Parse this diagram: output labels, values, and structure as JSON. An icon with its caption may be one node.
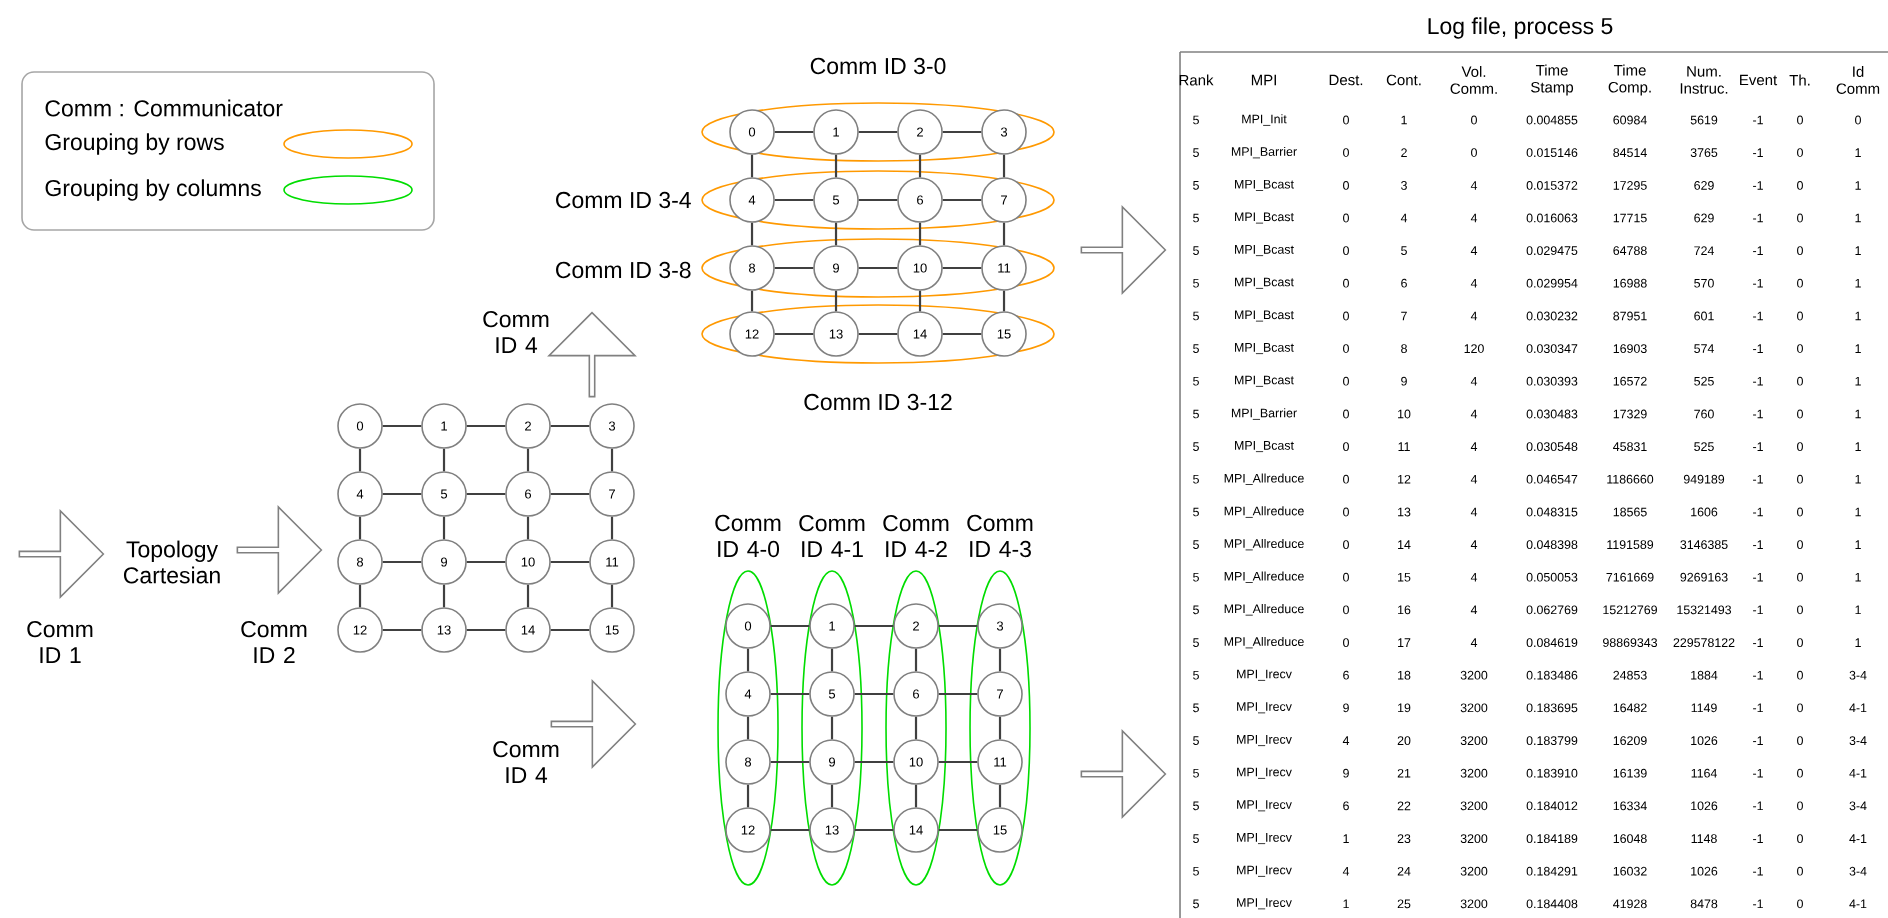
{
  "diagram": {
    "nodes": [
      {
        "text": [],
        "shape": "arrow",
        "beside": [
          "Comm ID 1"
        ]
      },
      {
        "text": [],
        "shape": "arrow",
        "beside": [
          "Comm ID 2"
        ]
      },
      {
        "text": [
          "0"
        ]
      },
      {
        "text": [
          "1"
        ]
      },
      {
        "text": [
          "2"
        ]
      },
      {
        "text": [
          "3"
        ]
      },
      {
        "text": [
          "4"
        ]
      },
      {
        "text": [
          "5"
        ]
      },
      {
        "text": [
          "6"
        ]
      },
      {
        "text": [
          "7"
        ]
      },
      {
        "text": [
          "8"
        ]
      },
      {
        "text": [
          "9"
        ]
      },
      {
        "text": [
          "10"
        ]
      },
      {
        "text": [
          "11"
        ]
      },
      {
        "text": [
          "12"
        ]
      },
      {
        "text": [
          "13"
        ]
      },
      {
        "text": [
          "14"
        ]
      },
      {
        "text": [
          "15"
        ]
      },
      {
        "text": [],
        "shape": "arrow",
        "beside": [
          "Comm ID 4"
        ]
      },
      {
        "text": [],
        "shape": "arrow",
        "beside": [
          "Comm ID 4"
        ]
      },
      {
        "text": [],
        "shape": "ellipse",
        "beside": [
          "Comm ID 3-0"
        ]
      },
      {
        "text": [],
        "shape": "ellipse",
        "beside": [
          "Comm ID 3-4"
        ]
      },
      {
        "text": [],
        "shape": "ellipse",
        "beside": [
          "Comm ID 3-8"
        ]
      },
      {
        "text": [],
        "shape": "ellipse",
        "beside": [
          "Comm ID 3-12"
        ]
      },
      {
        "text": [
          "0"
        ],
        "in": 20
      },
      {
        "text": [
          "1"
        ],
        "in": 20
      },
      {
        "text": [
          "2"
        ],
        "in": 20
      },
      {
        "text": [
          "3"
        ],
        "in": 20
      },
      {
        "text": [
          "4"
        ],
        "in": 21
      },
      {
        "text": [
          "5"
        ],
        "in": 21
      },
      {
        "text": [
          "6"
        ],
        "in": 21
      },
      {
        "text": [
          "7"
        ],
        "in": 21
      },
      {
        "text": [
          "8"
        ],
        "in": 22
      },
      {
        "text": [
          "9"
        ],
        "in": 22
      },
      {
        "text": [
          "10"
        ],
        "in": 22
      },
      {
        "text": [
          "11"
        ],
        "in": 22
      },
      {
        "text": [
          "12"
        ],
        "in": 23
      },
      {
        "text": [
          "13"
        ],
        "in": 23
      },
      {
        "text": [
          "14"
        ],
        "in": 23
      },
      {
        "text": [
          "15"
        ],
        "in": 23
      },
      {
        "text": [],
        "shape": "ellipse",
        "beside": [
          "Comm ID 4-0"
        ]
      },
      {
        "text": [],
        "shape": "ellipse",
        "beside": [
          "Comm ID 4-1"
        ]
      },
      {
        "text": [],
        "shape": "ellipse",
        "beside": [
          "Comm ID 4-2"
        ]
      },
      {
        "text": [],
        "shape": "ellipse",
        "beside": [
          "Comm ID 4-3"
        ]
      },
      {
        "text": [
          "0"
        ],
        "in": 40
      },
      {
        "text": [
          "1"
        ],
        "in": 41
      },
      {
        "text": [
          "2"
        ],
        "in": 42
      },
      {
        "text": [
          "3"
        ],
        "in": 43
      },
      {
        "text": [
          "4"
        ],
        "in": 40
      },
      {
        "text": [
          "5"
        ],
        "in": 41
      },
      {
        "text": [
          "6"
        ],
        "in": 42
      },
      {
        "text": [
          "7"
        ],
        "in": 43
      },
      {
        "text": [
          "8"
        ],
        "in": 40
      },
      {
        "text": [
          "9"
        ],
        "in": 41
      },
      {
        "text": [
          "10"
        ],
        "in": 42
      },
      {
        "text": [
          "11"
        ],
        "in": 43
      },
      {
        "text": [
          "12"
        ],
        "in": 40
      },
      {
        "text": [
          "13"
        ],
        "in": 41
      },
      {
        "text": [
          "14"
        ],
        "in": 42
      },
      {
        "text": [
          "15"
        ],
        "in": 43
      },
      {
        "text": [],
        "shape": "arrow"
      },
      {
        "text": [],
        "shape": "arrow"
      }
    ],
    "edges": [
      {
        "from": 2,
        "to": 3,
        "arrow": "none"
      },
      {
        "from": 3,
        "to": 4,
        "arrow": "none"
      },
      {
        "from": 4,
        "to": 5,
        "arrow": "none"
      },
      {
        "from": 6,
        "to": 7,
        "arrow": "none"
      },
      {
        "from": 7,
        "to": 8,
        "arrow": "none"
      },
      {
        "from": 8,
        "to": 9,
        "arrow": "none"
      },
      {
        "from": 10,
        "to": 11,
        "arrow": "none"
      },
      {
        "from": 11,
        "to": 12,
        "arrow": "none"
      },
      {
        "from": 12,
        "to": 13,
        "arrow": "none"
      },
      {
        "from": 14,
        "to": 15,
        "arrow": "none"
      },
      {
        "from": 15,
        "to": 16,
        "arrow": "none"
      },
      {
        "from": 16,
        "to": 17,
        "arrow": "none"
      },
      {
        "from": 2,
        "to": 6,
        "arrow": "none"
      },
      {
        "from": 3,
        "to": 7,
        "arrow": "none"
      },
      {
        "from": 4,
        "to": 8,
        "arrow": "none"
      },
      {
        "from": 5,
        "to": 9,
        "arrow": "none"
      },
      {
        "from": 6,
        "to": 10,
        "arrow": "none"
      },
      {
        "from": 7,
        "to": 11,
        "arrow": "none"
      },
      {
        "from": 8,
        "to": 12,
        "arrow": "none"
      },
      {
        "from": 9,
        "to": 13,
        "arrow": "none"
      },
      {
        "from": 10,
        "to": 14,
        "arrow": "none"
      },
      {
        "from": 11,
        "to": 15,
        "arrow": "none"
      },
      {
        "from": 12,
        "to": 16,
        "arrow": "none"
      },
      {
        "from": 13,
        "to": 17,
        "arrow": "none"
      },
      {
        "from": 24,
        "to": 25,
        "arrow": "none"
      },
      {
        "from": 25,
        "to": 26,
        "arrow": "none"
      },
      {
        "from": 26,
        "to": 27,
        "arrow": "none"
      },
      {
        "from": 28,
        "to": 29,
        "arrow": "none"
      },
      {
        "from": 29,
        "to": 30,
        "arrow": "none"
      },
      {
        "from": 30,
        "to": 31,
        "arrow": "none"
      },
      {
        "from": 32,
        "to": 33,
        "arrow": "none"
      },
      {
        "from": 33,
        "to": 34,
        "arrow": "none"
      },
      {
        "from": 34,
        "to": 35,
        "arrow": "none"
      },
      {
        "from": 36,
        "to": 37,
        "arrow": "none"
      },
      {
        "from": 37,
        "to": 38,
        "arrow": "none"
      },
      {
        "from": 38,
        "to": 39,
        "arrow": "none"
      },
      {
        "from": 24,
        "to": 28,
        "arrow": "none"
      },
      {
        "from": 25,
        "to": 29,
        "arrow": "none"
      },
      {
        "from": 26,
        "to": 30,
        "arrow": "none"
      },
      {
        "from": 27,
        "to": 31,
        "arrow": "none"
      },
      {
        "from": 28,
        "to": 32,
        "arrow": "none"
      },
      {
        "from": 29,
        "to": 33,
        "arrow": "none"
      },
      {
        "from": 30,
        "to": 34,
        "arrow": "none"
      },
      {
        "from": 31,
        "to": 35,
        "arrow": "none"
      },
      {
        "from": 32,
        "to": 36,
        "arrow": "none"
      },
      {
        "from": 33,
        "to": 37,
        "arrow": "none"
      },
      {
        "from": 34,
        "to": 38,
        "arrow": "none"
      },
      {
        "from": 35,
        "to": 39,
        "arrow": "none"
      },
      {
        "from": 44,
        "to": 45,
        "arrow": "none"
      },
      {
        "from": 45,
        "to": 46,
        "arrow": "none"
      },
      {
        "from": 46,
        "to": 47,
        "arrow": "none"
      },
      {
        "from": 48,
        "to": 49,
        "arrow": "none"
      },
      {
        "from": 49,
        "to": 50,
        "arrow": "none"
      },
      {
        "from": 50,
        "to": 51,
        "arrow": "none"
      },
      {
        "from": 52,
        "to": 53,
        "arrow": "none"
      },
      {
        "from": 53,
        "to": 54,
        "arrow": "none"
      },
      {
        "from": 54,
        "to": 55,
        "arrow": "none"
      },
      {
        "from": 56,
        "to": 57,
        "arrow": "none"
      },
      {
        "from": 57,
        "to": 58,
        "arrow": "none"
      },
      {
        "from": 58,
        "to": 59,
        "arrow": "none"
      },
      {
        "from": 44,
        "to": 48,
        "arrow": "none"
      },
      {
        "from": 45,
        "to": 49,
        "arrow": "none"
      },
      {
        "from": 46,
        "to": 50,
        "arrow": "none"
      },
      {
        "from": 47,
        "to": 51,
        "arrow": "none"
      },
      {
        "from": 48,
        "to": 52,
        "arrow": "none"
      },
      {
        "from": 49,
        "to": 53,
        "arrow": "none"
      },
      {
        "from": 50,
        "to": 54,
        "arrow": "none"
      },
      {
        "from": 51,
        "to": 55,
        "arrow": "none"
      },
      {
        "from": 52,
        "to": 56,
        "arrow": "none"
      },
      {
        "from": 53,
        "to": 57,
        "arrow": "none"
      },
      {
        "from": 54,
        "to": 58,
        "arrow": "none"
      },
      {
        "from": 55,
        "to": 59,
        "arrow": "none"
      }
    ],
    "labels": [
      "Comm : Communicator",
      "Topology Cartesian",
      "Log file, process 5",
      "Rank",
      "MPI",
      "Dest.",
      "Cont.",
      "Vol. Comm.",
      "Time Stamp",
      "Time Comp.",
      "Num. Instruc.",
      "Event",
      "Th.",
      "Id Comm",
      "5",
      "MPI_Init",
      "0",
      "1",
      "0",
      "0.004855",
      "60984",
      "5619",
      "-1",
      "0",
      "0",
      "5",
      "MPI_Barrier",
      "0",
      "2",
      "0",
      "0.015146",
      "84514",
      "3765",
      "-1",
      "0",
      "1",
      "5",
      "MPI_Bcast",
      "0",
      "3",
      "4",
      "0.015372",
      "17295",
      "629",
      "-1",
      "0",
      "1",
      "5",
      "MPI_Bcast",
      "0",
      "4",
      "4",
      "0.016063",
      "17715",
      "629",
      "-1",
      "0",
      "1",
      "5",
      "MPI_Bcast",
      "0",
      "5",
      "4",
      "0.029475",
      "64788",
      "724",
      "-1",
      "0",
      "1",
      "5",
      "MPI_Bcast",
      "0",
      "6",
      "4",
      "0.029954",
      "16988",
      "570",
      "-1",
      "0",
      "1",
      "5",
      "MPI_Bcast",
      "0",
      "7",
      "4",
      "0.030232",
      "87951",
      "601",
      "-1",
      "0",
      "1",
      "5",
      "MPI_Bcast",
      "0",
      "8",
      "120",
      "0.030347",
      "16903",
      "574",
      "-1",
      "0",
      "1",
      "5",
      "MPI_Bcast",
      "0",
      "9",
      "4",
      "0.030393",
      "16572",
      "525",
      "-1",
      "0",
      "1",
      "5",
      "MPI_Barrier",
      "0",
      "10",
      "4",
      "0.030483",
      "17329",
      "760",
      "-1",
      "0",
      "1",
      "5",
      "MPI_Bcast",
      "0",
      "11",
      "4",
      "0.030548",
      "45831",
      "525",
      "-1",
      "0",
      "1",
      "5",
      "MPI_Allreduce",
      "0",
      "12",
      "4",
      "0.046547",
      "1186660",
      "949189",
      "-1",
      "0",
      "1",
      "5",
      "MPI_Allreduce",
      "0",
      "13",
      "4",
      "0.048315",
      "18565",
      "1606",
      "-1",
      "0",
      "1",
      "5",
      "MPI_Allreduce",
      "0",
      "14",
      "4",
      "0.048398",
      "1191589",
      "3146385",
      "-1",
      "0",
      "1",
      "5",
      "MPI_Allreduce",
      "0",
      "15",
      "4",
      "0.050053",
      "7161669",
      "9269163",
      "-1",
      "0",
      "1",
      "5",
      "MPI_Allreduce",
      "0",
      "16",
      "4",
      "0.062769",
      "15212769",
      "15321493",
      "-1",
      "0",
      "1",
      "5",
      "MPI_Allreduce",
      "0",
      "17",
      "4",
      "0.084619",
      "98869343",
      "229578122",
      "-1",
      "0",
      "1",
      "5",
      "MPI_Irecv",
      "6",
      "18",
      "3200",
      "0.183486",
      "24853",
      "1884",
      "-1",
      "0",
      "3-4",
      "5",
      "MPI_Irecv",
      "9",
      "19",
      "3200",
      "0.183695",
      "16482",
      "1149",
      "-1",
      "0",
      "4-1",
      "5",
      "MPI_Irecv",
      "4",
      "20",
      "3200",
      "0.183799",
      "16209",
      "1026",
      "-1",
      "0",
      "3-4",
      "5",
      "MPI_Irecv",
      "9",
      "21",
      "3200",
      "0.183910",
      "16139",
      "1164",
      "-1",
      "0",
      "4-1",
      "5",
      "MPI_Irecv",
      "6",
      "22",
      "3200",
      "0.184012",
      "16334",
      "1026",
      "-1",
      "0",
      "3-4",
      "5",
      "MPI_Irecv",
      "1",
      "23",
      "3200",
      "0.184189",
      "16048",
      "1148",
      "-1",
      "0",
      "4-1",
      "5",
      "MPI_Irecv",
      "4",
      "24",
      "3200",
      "0.184291",
      "16032",
      "1026",
      "-1",
      "0",
      "3-4",
      "5",
      "MPI_Irecv",
      "1",
      "25",
      "3200",
      "0.184408",
      "41928",
      "8478",
      "-1",
      "0",
      "4-1"
    ],
    "legend": [
      {
        "text": "Grouping by rows",
        "color": "#ff9900"
      },
      {
        "text": "Grouping by columns",
        "color": "#00dd00"
      }
    ]
  }
}
